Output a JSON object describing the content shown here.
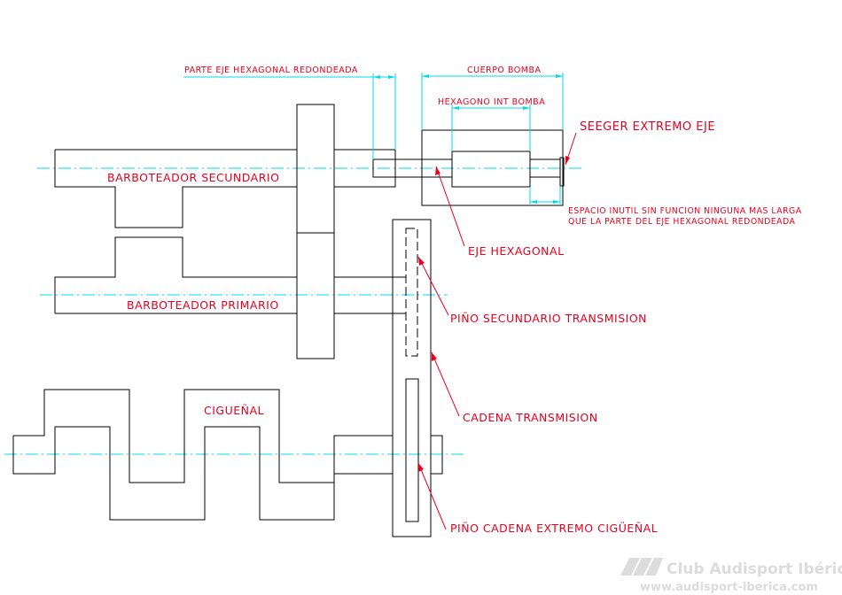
{
  "colors": {
    "outline": "#000000",
    "centerline": "#00d8e8",
    "annotation": "#e8001e",
    "watermark": "#dcdcdc",
    "background": "#ffffff"
  },
  "labels": {
    "barboteador_secundario": "BARBOTEADOR SECUNDARIO",
    "barboteador_primario": "BARBOTEADOR PRIMARIO",
    "ciguenal": "CIGUEÑAL",
    "parte_eje_hexagonal": "PARTE EJE HEXAGONAL REDONDEADA",
    "cuerpo_bomba": "CUERPO BOMBA",
    "hexagono_int_bomba": "HEXAGONO INT BOMBA",
    "seeger_extremo_eje": "SEEGER EXTREMO EJE",
    "espacio_inutil_line1": "ESPACIO INUTIL SIN FUNCION NINGUNA MAS LARGA",
    "espacio_inutil_line2": "QUE LA PARTE DEL EJE HEXAGONAL REDONDEADA",
    "eje_hexagonal": "EJE HEXAGONAL",
    "pino_secundario": "PIÑO SECUNDARIO TRANSMISION",
    "cadena_transmision": "CADENA TRANSMISION",
    "pino_cadena": "PIÑO CADENA EXTREMO CIGÜEÑAL"
  },
  "watermark": {
    "line1": "Club Audisport Ibérica",
    "line2": "www.audisport-iberica.com",
    "logo_icon": "audisport-logo-icon"
  }
}
